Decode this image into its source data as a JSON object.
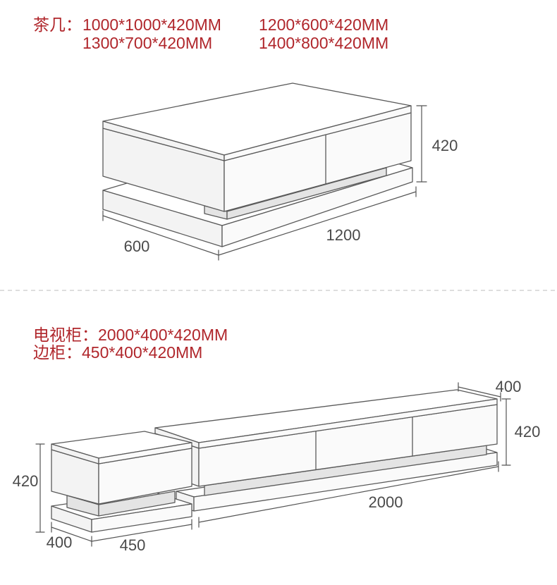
{
  "coffee_table": {
    "label": "茶几：",
    "sizes": [
      "1000*1000*420MM",
      "1200*600*420MM",
      "1300*700*420MM",
      "1400*800*420MM"
    ],
    "dimensions": {
      "height": "420",
      "depth": "600",
      "length": "1200"
    }
  },
  "tv_cabinet": {
    "label": "电视柜：",
    "size": "2000*400*420MM",
    "dimensions": {
      "depth": "400",
      "height": "420",
      "length": "2000"
    }
  },
  "side_cabinet": {
    "label": "边柜：",
    "size": "450*400*420MM",
    "dimensions": {
      "height": "420",
      "depth": "400",
      "width": "450"
    }
  },
  "colors": {
    "accent": "#b0262b",
    "label": "#4a4a4a",
    "line": "#5a5a5a",
    "divider": "#c9c9c9"
  }
}
